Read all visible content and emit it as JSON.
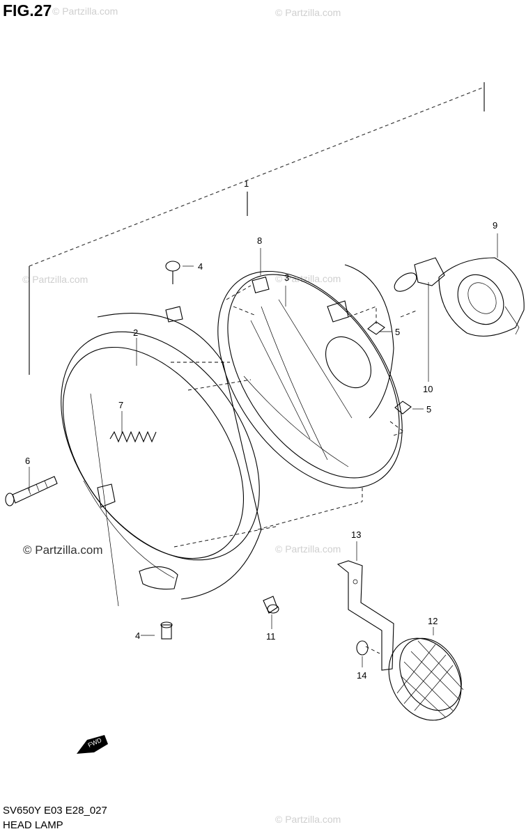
{
  "figure": {
    "title": "FIG.27",
    "code": "SV650Y E03 E28_027",
    "name": "HEAD LAMP",
    "fwd_label": "FWD"
  },
  "watermarks": {
    "text": "© Partzilla.com"
  },
  "callouts": [
    "1",
    "2",
    "3",
    "4",
    "4",
    "5",
    "5",
    "6",
    "7",
    "8",
    "9",
    "10",
    "11",
    "12",
    "13",
    "14"
  ]
}
